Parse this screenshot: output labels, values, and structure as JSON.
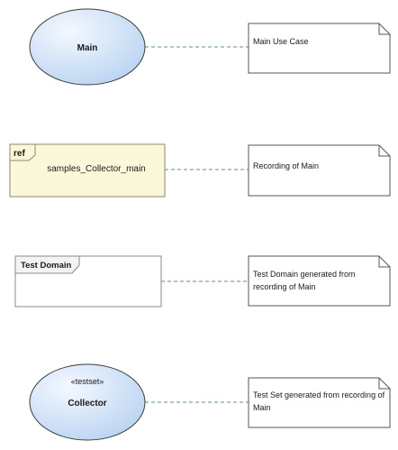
{
  "diagram": {
    "elements": [
      {
        "kind": "use-case",
        "name": "Main",
        "stereotype": ""
      },
      {
        "kind": "interaction-ref",
        "tag": "ref",
        "name": "samples_Collector_main"
      },
      {
        "kind": "package-frame",
        "name": "Test Domain"
      },
      {
        "kind": "use-case",
        "name": "Collector",
        "stereotype": "«testset»"
      }
    ],
    "notes": [
      {
        "lines": [
          "Main Use Case"
        ]
      },
      {
        "lines": [
          "Recording of Main"
        ]
      },
      {
        "lines": [
          "Test Domain generated from",
          "recording of Main"
        ]
      },
      {
        "lines": [
          "Test Set generated from recording of",
          "Main"
        ]
      }
    ],
    "colors": {
      "usecase_fill_light": "#f4f8ff",
      "usecase_fill_dark": "#bcd5f2",
      "usecase_stroke": "#3c3c3c",
      "ref_fill": "#fbf8d9",
      "ref_stroke": "#8a8a6a",
      "frame_stroke": "#8a8a8a",
      "frame_tab_fill": "#f5f2f2",
      "frame_tab_text": "#7a3030",
      "note_stroke": "#555555",
      "connector": "#5f8f99"
    }
  }
}
